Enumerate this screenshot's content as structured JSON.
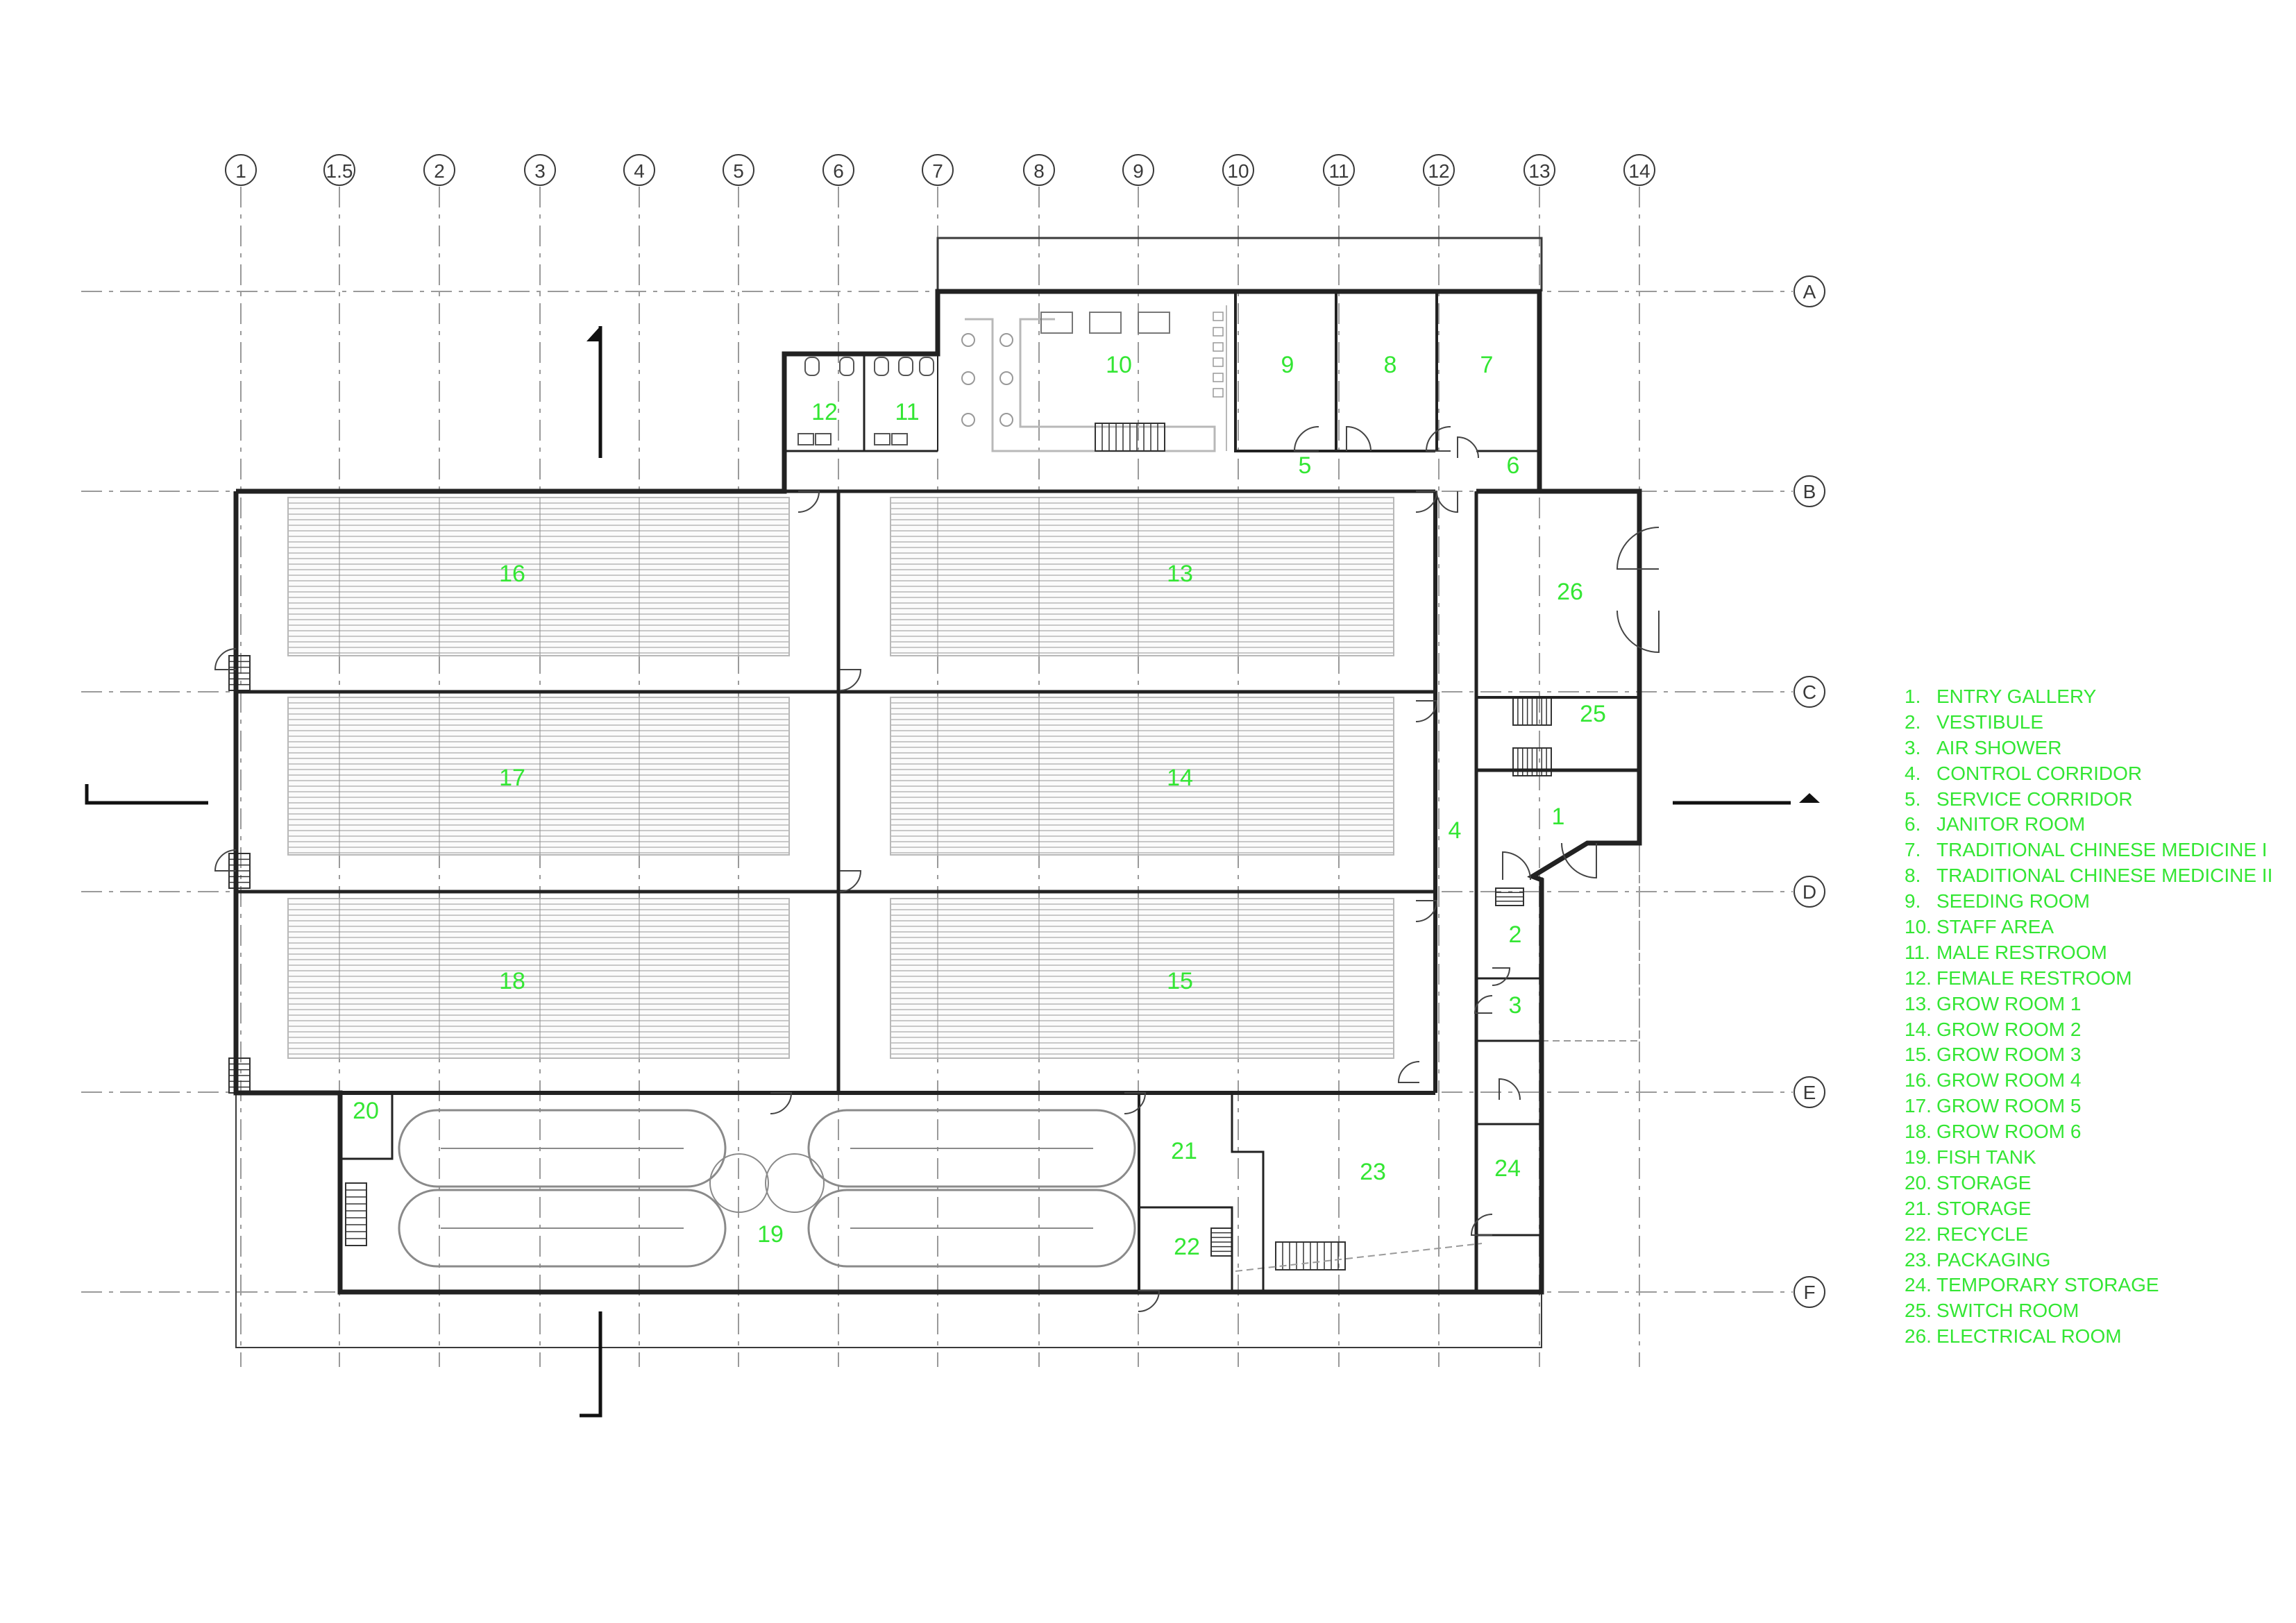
{
  "colors": {
    "line": "#3a3a3a",
    "wall": "#222222",
    "grid": "#9a9a9a",
    "fixture": "#b8b8b8",
    "label": "#33e633"
  },
  "grid": {
    "columns": [
      "1",
      "1.5",
      "2",
      "3",
      "4",
      "5",
      "6",
      "7",
      "8",
      "9",
      "10",
      "11",
      "12",
      "13",
      "14"
    ],
    "rows": [
      "A",
      "B",
      "C",
      "D",
      "E",
      "F"
    ]
  },
  "rooms": [
    {
      "id": "1",
      "label": "1"
    },
    {
      "id": "2",
      "label": "2"
    },
    {
      "id": "3",
      "label": "3"
    },
    {
      "id": "4",
      "label": "4"
    },
    {
      "id": "5",
      "label": "5"
    },
    {
      "id": "6",
      "label": "6"
    },
    {
      "id": "7",
      "label": "7"
    },
    {
      "id": "8",
      "label": "8"
    },
    {
      "id": "9",
      "label": "9"
    },
    {
      "id": "10",
      "label": "10"
    },
    {
      "id": "11",
      "label": "11"
    },
    {
      "id": "12",
      "label": "12"
    },
    {
      "id": "13",
      "label": "13"
    },
    {
      "id": "14",
      "label": "14"
    },
    {
      "id": "15",
      "label": "15"
    },
    {
      "id": "16",
      "label": "16"
    },
    {
      "id": "17",
      "label": "17"
    },
    {
      "id": "18",
      "label": "18"
    },
    {
      "id": "19",
      "label": "19"
    },
    {
      "id": "20",
      "label": "20"
    },
    {
      "id": "21",
      "label": "21"
    },
    {
      "id": "22",
      "label": "22"
    },
    {
      "id": "23",
      "label": "23"
    },
    {
      "id": "24",
      "label": "24"
    },
    {
      "id": "25",
      "label": "25"
    },
    {
      "id": "26",
      "label": "26"
    }
  ],
  "legend": [
    {
      "num": "1.",
      "name": "ENTRY GALLERY"
    },
    {
      "num": "2.",
      "name": "VESTIBULE"
    },
    {
      "num": "3.",
      "name": "AIR SHOWER"
    },
    {
      "num": "4.",
      "name": "CONTROL CORRIDOR"
    },
    {
      "num": "5.",
      "name": "SERVICE CORRIDOR"
    },
    {
      "num": "6.",
      "name": "JANITOR ROOM"
    },
    {
      "num": "7.",
      "name": "TRADITIONAL CHINESE MEDICINE I"
    },
    {
      "num": "8.",
      "name": "TRADITIONAL CHINESE MEDICINE II"
    },
    {
      "num": "9.",
      "name": "SEEDING ROOM"
    },
    {
      "num": "10.",
      "name": "STAFF AREA"
    },
    {
      "num": "11.",
      "name": "MALE RESTROOM"
    },
    {
      "num": "12.",
      "name": "FEMALE RESTROOM"
    },
    {
      "num": "13.",
      "name": "GROW ROOM 1"
    },
    {
      "num": "14.",
      "name": "GROW ROOM 2"
    },
    {
      "num": "15.",
      "name": "GROW ROOM 3"
    },
    {
      "num": "16.",
      "name": "GROW ROOM 4"
    },
    {
      "num": "17.",
      "name": "GROW ROOM 5"
    },
    {
      "num": "18.",
      "name": "GROW ROOM 6"
    },
    {
      "num": "19.",
      "name": "FISH TANK"
    },
    {
      "num": "20.",
      "name": "STORAGE"
    },
    {
      "num": "21.",
      "name": "STORAGE"
    },
    {
      "num": "22.",
      "name": "RECYCLE"
    },
    {
      "num": "23.",
      "name": "PACKAGING"
    },
    {
      "num": "24.",
      "name": "TEMPORARY STORAGE"
    },
    {
      "num": "25.",
      "name": "SWITCH ROOM"
    },
    {
      "num": "26.",
      "name": "ELECTRICAL ROOM"
    }
  ]
}
